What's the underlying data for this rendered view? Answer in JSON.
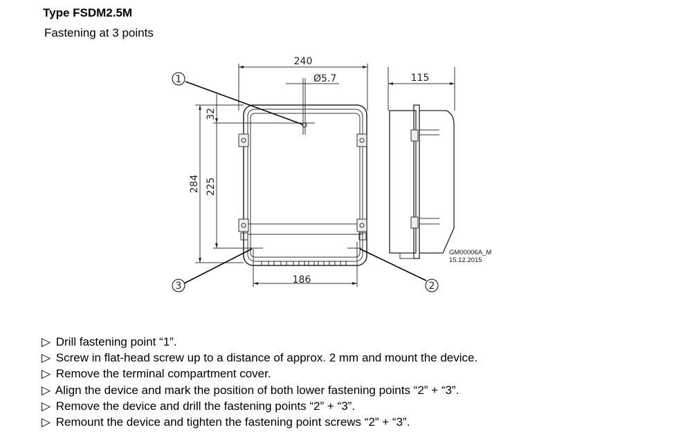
{
  "heading": "Type FSDM2.5M",
  "subheading": "Fastening at 3 points",
  "drawing": {
    "dim_width": "240",
    "dim_hole": "Ø5.7",
    "dim_depth": "115",
    "dim_top": "32",
    "dim_height": "284",
    "dim_spacing_v": "225",
    "dim_spacing_h": "186",
    "callout_1": "1",
    "callout_2": "2",
    "callout_3": "3",
    "drawing_id": "GM00006A_M",
    "drawing_date": "15.12.2015"
  },
  "bullet_symbol": "▷",
  "steps": [
    "Drill fastening point “1”.",
    "Screw in flat-head screw up to a distance of approx. 2 mm and mount the device.",
    "Remove the terminal compartment cover.",
    "Align the device and mark the position of both lower fastening points “2” + “3”.",
    "Remove the device and drill the fastening points “2” + “3”.",
    "Remount the device and tighten the fastening point screws “2” + “3”."
  ]
}
